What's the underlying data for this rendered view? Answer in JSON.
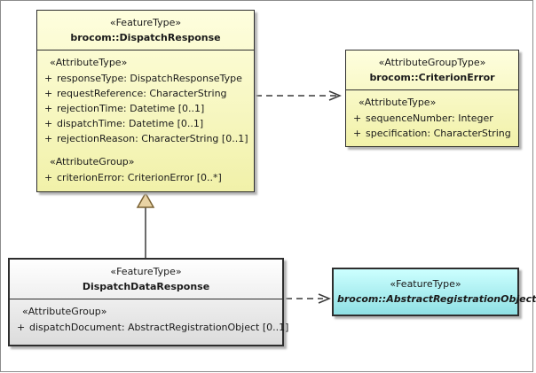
{
  "colors": {
    "class_yellow_top": "#FEFEDE",
    "class_yellow_bottom": "#F1F1A9",
    "class_gray_top": "#FFFFFF",
    "class_gray_bottom": "#DCDCDC",
    "class_cyan_top": "#CCFFFF",
    "class_cyan_bottom": "#8FE0E4",
    "border": "#2E2E2E",
    "connector": "#3A3A3A",
    "generalization_fill": "#E9D3A4",
    "generalization_stroke": "#7A6233"
  },
  "classes": {
    "dispatchResponse": {
      "stereotype": "«FeatureType»",
      "name": "brocom::DispatchResponse",
      "attributeTypeLabel": "«AttributeType»",
      "attributeGroupLabel": "«AttributeGroup»",
      "attrs": [
        {
          "vis": "+",
          "text": "responseType: DispatchResponseType"
        },
        {
          "vis": "+",
          "text": "requestReference: CharacterString"
        },
        {
          "vis": "+",
          "text": "rejectionTime: Datetime [0..1]"
        },
        {
          "vis": "+",
          "text": "dispatchTime: Datetime [0..1]"
        },
        {
          "vis": "+",
          "text": "rejectionReason: CharacterString [0..1]"
        }
      ],
      "groupAttrs": [
        {
          "vis": "+",
          "text": "criterionError: CriterionError [0..*]"
        }
      ]
    },
    "criterionError": {
      "stereotype": "«AttributeGroupType»",
      "name": "brocom::CriterionError",
      "attributeTypeLabel": "«AttributeType»",
      "attrs": [
        {
          "vis": "+",
          "text": "sequenceNumber: Integer"
        },
        {
          "vis": "+",
          "text": "specification: CharacterString"
        }
      ]
    },
    "dispatchDataResponse": {
      "stereotype": "«FeatureType»",
      "name": "DispatchDataResponse",
      "attributeGroupLabel": "«AttributeGroup»",
      "attrs": [
        {
          "vis": "+",
          "text": "dispatchDocument: AbstractRegistrationObject [0..1]"
        }
      ]
    },
    "abstractRegistrationObject": {
      "stereotype": "«FeatureType»",
      "name": "brocom::AbstractRegistrationObject"
    }
  }
}
